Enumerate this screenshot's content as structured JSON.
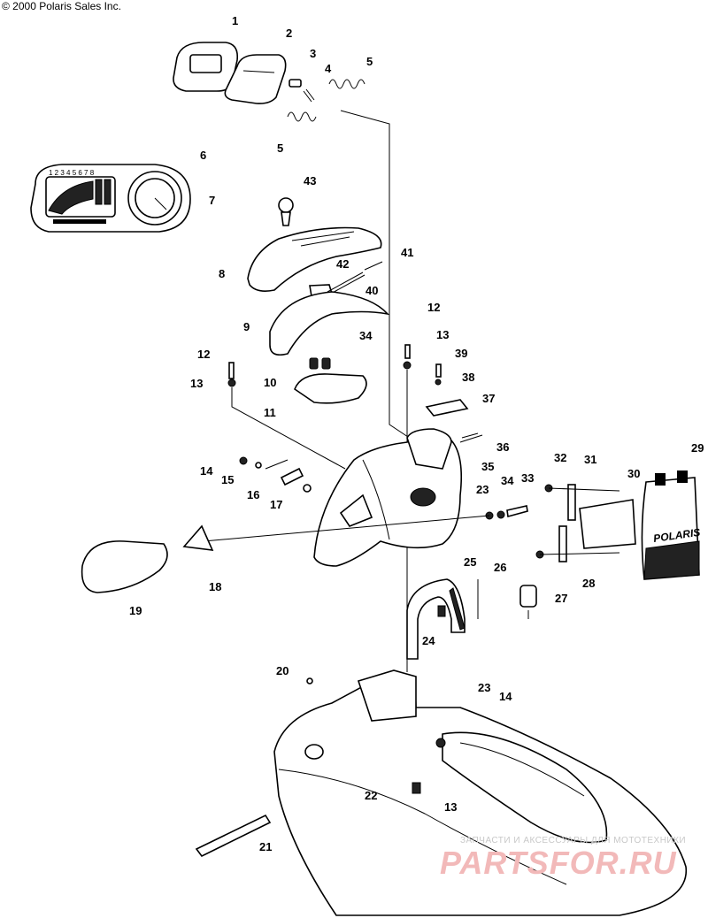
{
  "copyright": "© 2000 Polaris Sales Inc.",
  "gauge_numbers": "1 2 3 4 5 6 7 8",
  "watermark": {
    "top_text": "ЗАПЧАСТИ И АКСЕССУАРЫ ДЛЯ МОТОТЕХНИКИ",
    "logo_text": "PARTSFOR.RU"
  },
  "brand_label": "POLARIS",
  "callouts": [
    "1",
    "2",
    "3",
    "4",
    "5",
    "5",
    "6",
    "7",
    "43",
    "8",
    "42",
    "41",
    "40",
    "9",
    "34",
    "10",
    "11",
    "12",
    "13",
    "12",
    "13",
    "39",
    "38",
    "37",
    "36",
    "35",
    "14",
    "15",
    "16",
    "17",
    "23",
    "34",
    "33",
    "32",
    "31",
    "30",
    "29",
    "28",
    "18",
    "19",
    "25",
    "26",
    "27",
    "24",
    "20",
    "23",
    "14",
    "22",
    "13",
    "21"
  ]
}
